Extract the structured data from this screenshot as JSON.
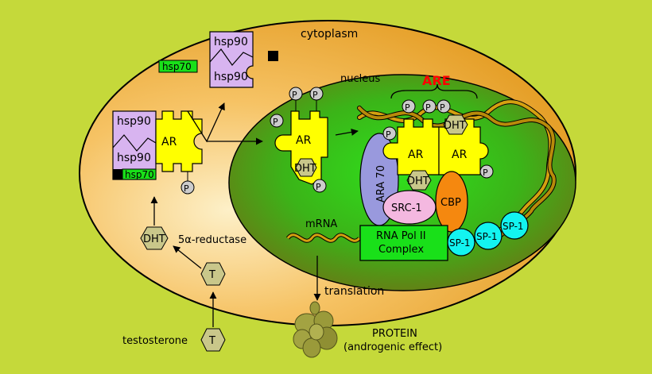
{
  "labels": {
    "cytoplasm": "cytoplasm",
    "nucleus": "nucleus",
    "are": "ARE",
    "mrna": "mRNA",
    "translation": "translation",
    "protein": "PROTEIN",
    "protein_note": "(androgenic effect)",
    "testosterone": "testosterone",
    "reductase": "5α-reductase"
  },
  "molecules": {
    "hsp90": "hsp90",
    "hsp70": "hsp70",
    "ar": "AR",
    "dht": "DHT",
    "t": "T",
    "p": "P",
    "ara70": "ARA 70",
    "src1": "SRC-1",
    "cbp": "CBP",
    "sp1": "SP-1",
    "rna_pol_line1": "RNA Pol II",
    "rna_pol_line2": "Complex"
  },
  "colors": {
    "background": "#c5d93a",
    "cell_outer": "#e8a52a",
    "cell_inner": "#fbe3b0",
    "nucleus_outer": "#6f7115",
    "nucleus_inner": "#35c21d",
    "hsp90": "#d8b4f0",
    "hsp70": "#19e019",
    "ar": "#ffff00",
    "dht": "#c9c78a",
    "ara70": "#9999dd",
    "src1": "#f4b8e0",
    "cbp": "#f5880f",
    "sp1": "#13f4f0",
    "rna_pol": "#19e019",
    "dna": "#d4a010",
    "are": "#ff0000",
    "protein": "#9a9a3a"
  }
}
